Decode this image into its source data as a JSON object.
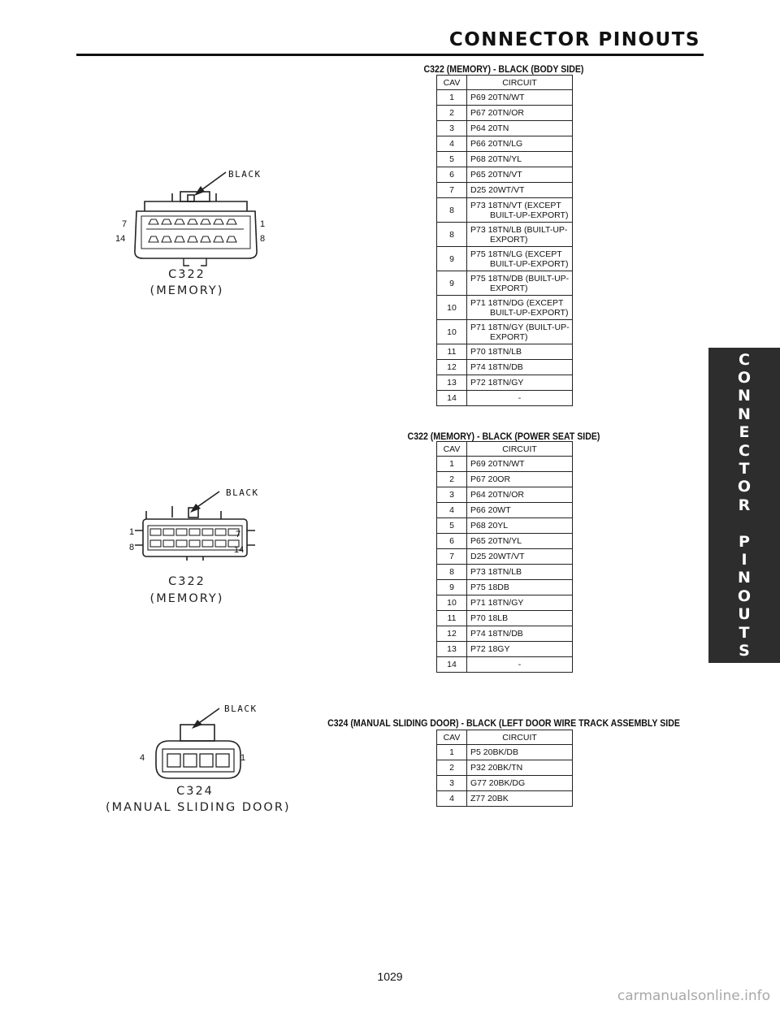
{
  "header": {
    "title": "CONNECTOR PINOUTS"
  },
  "side_tab": {
    "letters": [
      "C",
      "O",
      "N",
      "N",
      "E",
      "C",
      "T",
      "O",
      "R",
      "",
      "P",
      "I",
      "N",
      "O",
      "U",
      "T",
      "S"
    ]
  },
  "tables": [
    {
      "title": "C322 (MEMORY) - BLACK (BODY SIDE)",
      "col_cav": "CAV",
      "col_circuit": "CIRCUIT",
      "rows": [
        {
          "cav": "1",
          "circuit": "P69 20TN/WT"
        },
        {
          "cav": "2",
          "circuit": "P67 20TN/OR"
        },
        {
          "cav": "3",
          "circuit": "P64 20TN"
        },
        {
          "cav": "4",
          "circuit": "P66 20TN/LG"
        },
        {
          "cav": "5",
          "circuit": "P68 20TN/YL"
        },
        {
          "cav": "6",
          "circuit": "P65 20TN/VT"
        },
        {
          "cav": "7",
          "circuit": "D25 20WT/VT"
        },
        {
          "cav": "8",
          "circuit": "P73 18TN/VT (EXCEPT",
          "circuit2": "BUILT-UP-EXPORT)"
        },
        {
          "cav": "8",
          "circuit": "P73 18TN/LB (BUILT-UP-",
          "circuit2": "EXPORT)"
        },
        {
          "cav": "9",
          "circuit": "P75 18TN/LG (EXCEPT",
          "circuit2": "BUILT-UP-EXPORT)"
        },
        {
          "cav": "9",
          "circuit": "P75 18TN/DB (BUILT-UP-",
          "circuit2": "EXPORT)"
        },
        {
          "cav": "10",
          "circuit": "P71 18TN/DG (EXCEPT",
          "circuit2": "BUILT-UP-EXPORT)"
        },
        {
          "cav": "10",
          "circuit": "P71 18TN/GY (BUILT-UP-",
          "circuit2": "EXPORT)"
        },
        {
          "cav": "11",
          "circuit": "P70 18TN/LB"
        },
        {
          "cav": "12",
          "circuit": "P74 18TN/DB"
        },
        {
          "cav": "13",
          "circuit": "P72 18TN/GY"
        },
        {
          "cav": "14",
          "circuit": "-"
        }
      ]
    },
    {
      "title": "C322 (MEMORY) - BLACK (POWER SEAT SIDE)",
      "col_cav": "CAV",
      "col_circuit": "CIRCUIT",
      "rows": [
        {
          "cav": "1",
          "circuit": "P69 20TN/WT"
        },
        {
          "cav": "2",
          "circuit": "P67 20OR"
        },
        {
          "cav": "3",
          "circuit": "P64 20TN/OR"
        },
        {
          "cav": "4",
          "circuit": "P66 20WT"
        },
        {
          "cav": "5",
          "circuit": "P68 20YL"
        },
        {
          "cav": "6",
          "circuit": "P65 20TN/YL"
        },
        {
          "cav": "7",
          "circuit": "D25 20WT/VT"
        },
        {
          "cav": "8",
          "circuit": "P73 18TN/LB"
        },
        {
          "cav": "9",
          "circuit": "P75 18DB"
        },
        {
          "cav": "10",
          "circuit": "P71 18TN/GY"
        },
        {
          "cav": "11",
          "circuit": "P70 18LB"
        },
        {
          "cav": "12",
          "circuit": "P74 18TN/DB"
        },
        {
          "cav": "13",
          "circuit": "P72 18GY"
        },
        {
          "cav": "14",
          "circuit": "-"
        }
      ]
    },
    {
      "title": "C324 (MANUAL SLIDING DOOR) - BLACK (LEFT DOOR WIRE TRACK ASSEMBLY SIDE",
      "col_cav": "CAV",
      "col_circuit": "CIRCUIT",
      "rows": [
        {
          "cav": "1",
          "circuit": "P5 20BK/DB"
        },
        {
          "cav": "2",
          "circuit": "P32 20BK/TN"
        },
        {
          "cav": "3",
          "circuit": "G77 20BK/DG"
        },
        {
          "cav": "4",
          "circuit": "Z77 20BK"
        }
      ]
    }
  ],
  "connectors": [
    {
      "color_label": "BLACK",
      "name": "C322",
      "subname": "(MEMORY)",
      "pin_tl": "7",
      "pin_bl": "14",
      "pin_tr": "1",
      "pin_br": "8"
    },
    {
      "color_label": "BLACK",
      "name": "C322",
      "subname": "(MEMORY)",
      "pin_tl": "1",
      "pin_bl": "8",
      "pin_tr": "7",
      "pin_br": "14"
    },
    {
      "color_label": "BLACK",
      "name": "C324",
      "subname": "(MANUAL SLIDING DOOR)",
      "pin_l": "4",
      "pin_r": "1"
    }
  ],
  "page_number": "1029",
  "watermark": "carmanualsonline.info"
}
